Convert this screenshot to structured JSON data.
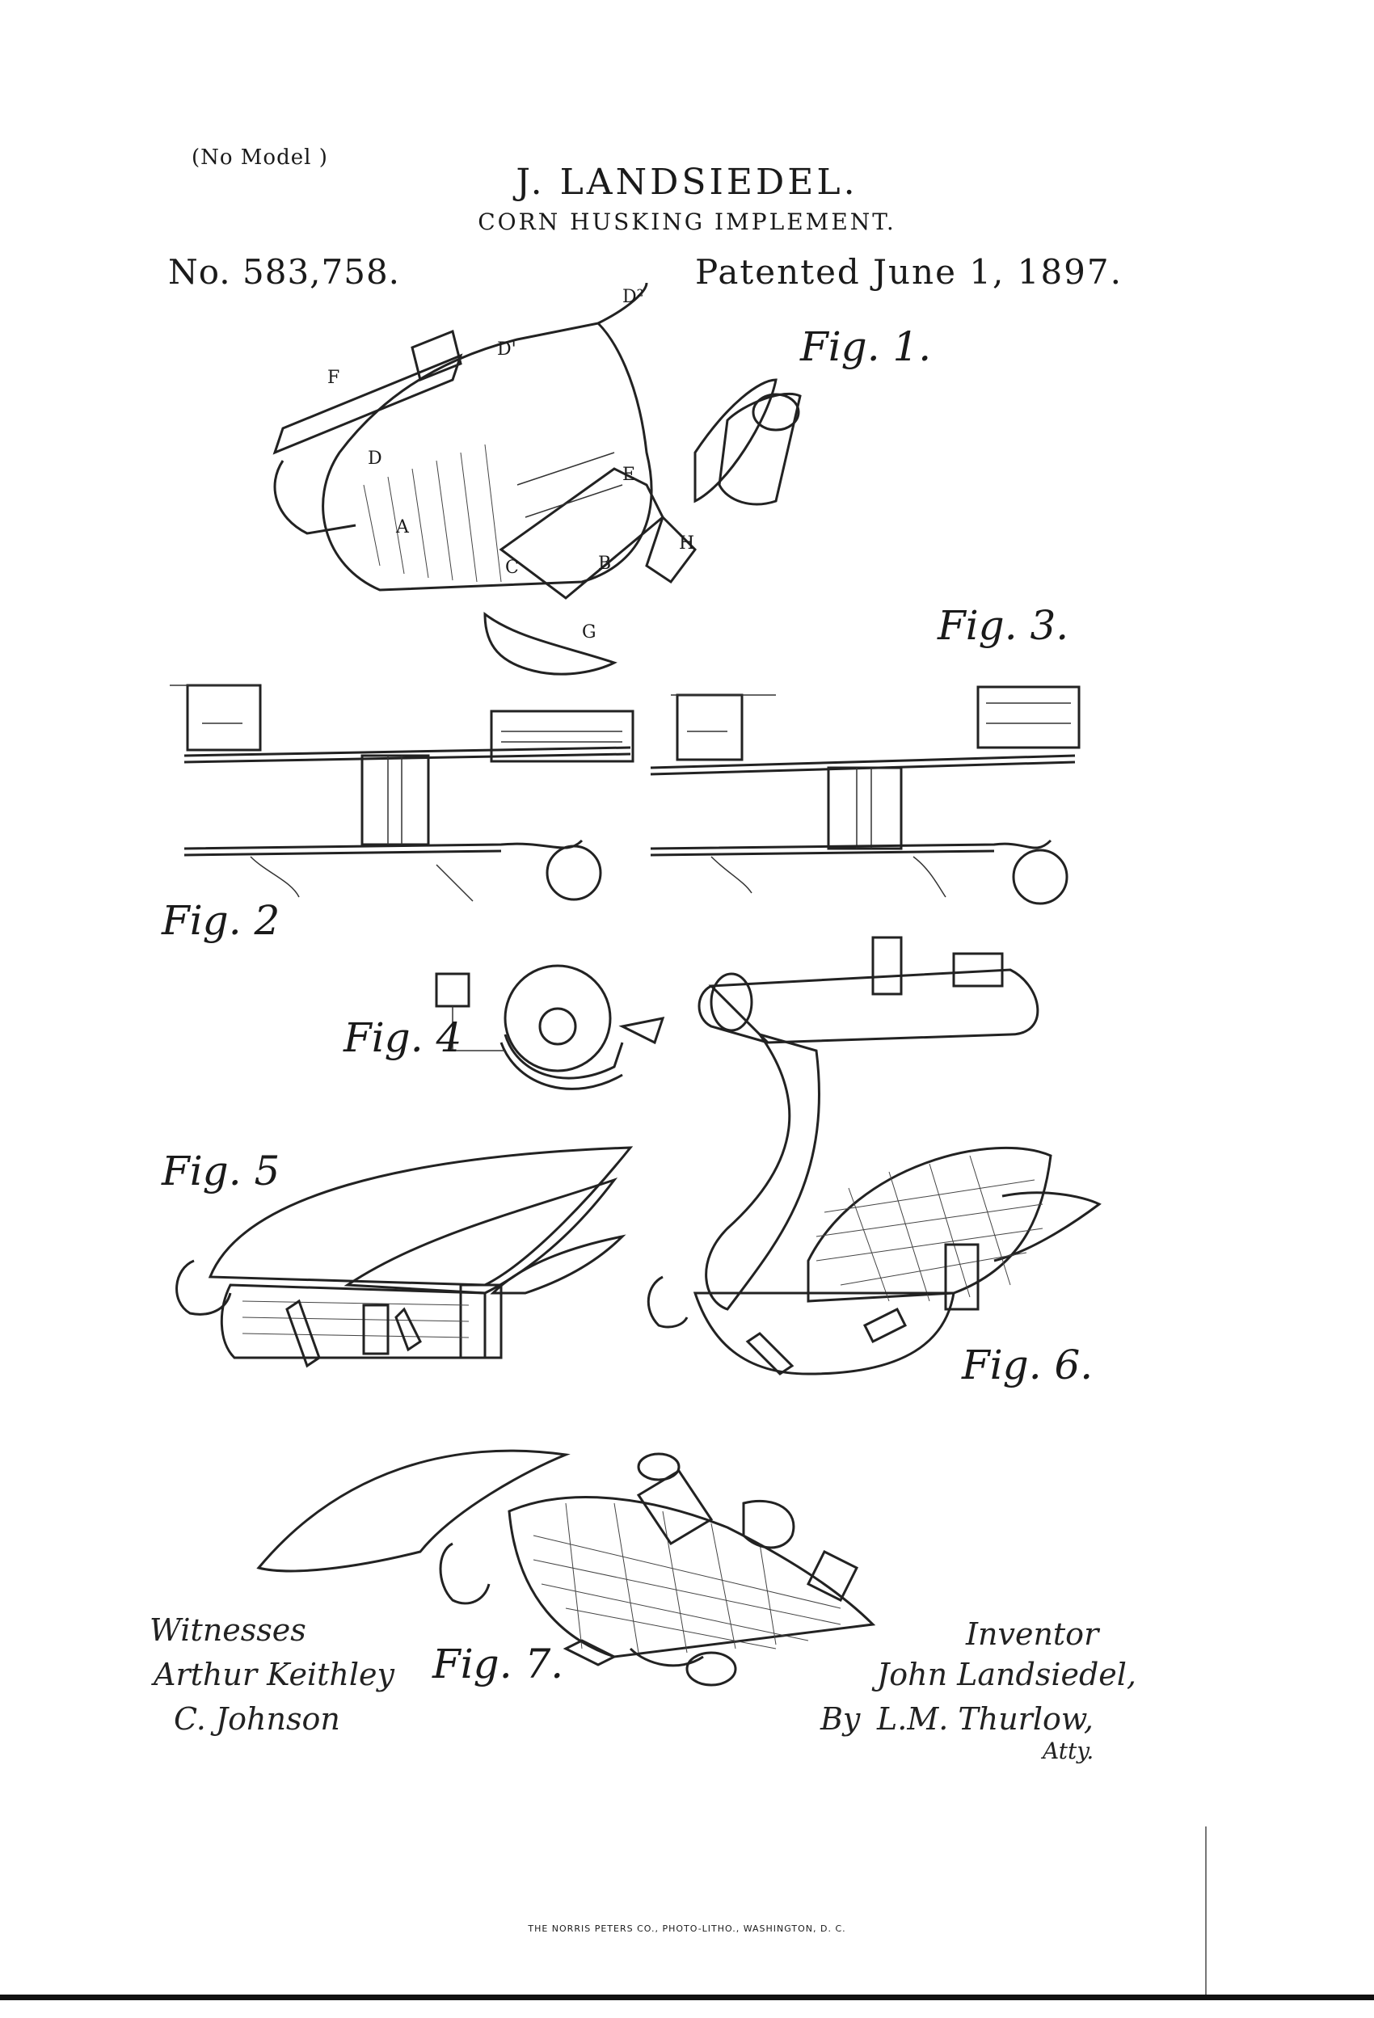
{
  "header": {
    "no_model": "(No Model )",
    "inventor_name": "J. LANDSIEDEL.",
    "invention_title": "CORN HUSKING IMPLEMENT.",
    "patent_number": "No. 583,758.",
    "patent_date": "Patented June 1, 1897."
  },
  "figures": {
    "fig1": "Fig. 1.",
    "fig2": "Fig. 2",
    "fig3": "Fig. 3.",
    "fig4": "Fig. 4",
    "fig5": "Fig. 5",
    "fig6": "Fig. 6.",
    "fig7": "Fig. 7."
  },
  "part_labels": {
    "a": "A",
    "b": "B",
    "c": "C",
    "d": "D",
    "d1": "D'",
    "d2": "D²",
    "e": "E",
    "f": "F",
    "g": "G",
    "h": "H"
  },
  "signatures": {
    "witnesses_label": "Witnesses",
    "witness_1": "Arthur Keithley",
    "witness_2": "C. Johnson",
    "inventor_label": "Inventor",
    "inventor_name": "John Landsiedel,",
    "by_line": "By",
    "attorney_name": "L.M. Thurlow,",
    "attorney_title": "Atty."
  },
  "footer": {
    "lithographer": "THE NORRIS PETERS CO., PHOTO-LITHO., WASHINGTON, D. C."
  }
}
